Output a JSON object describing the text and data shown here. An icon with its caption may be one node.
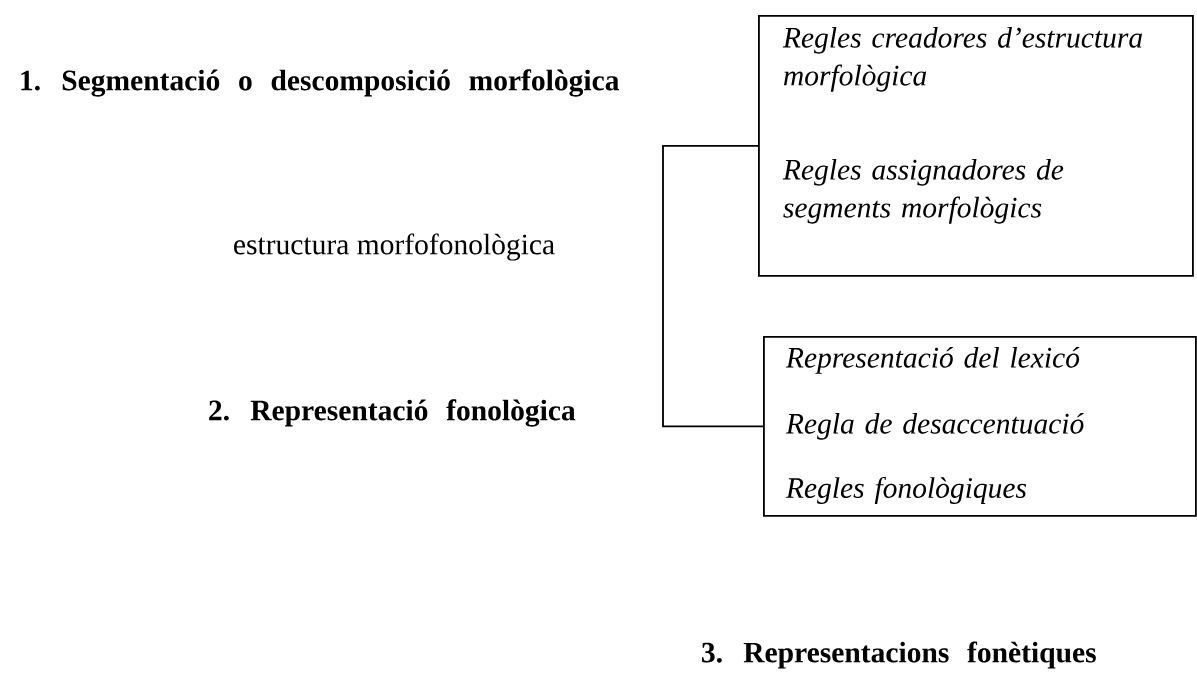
{
  "diagram": {
    "nodes": [
      {
        "text": [
          "*Regles creadores d’estructura morfològica*",
          "*Regles assignadores de segments morfològics*"
        ]
      },
      {
        "text": [
          "*Representació del lexicó*",
          "*Regla de desaccentuació*",
          "*Regles fonològiques*"
        ]
      }
    ],
    "edges": [
      {
        "from": 0,
        "to": 1,
        "arrow": "none"
      }
    ],
    "labels": [
      "1. Segmentació o descomposició morfològica",
      "estructura morfofonològica",
      "2. Representació fonològica",
      "3. Representacions fonètiques"
    ]
  }
}
